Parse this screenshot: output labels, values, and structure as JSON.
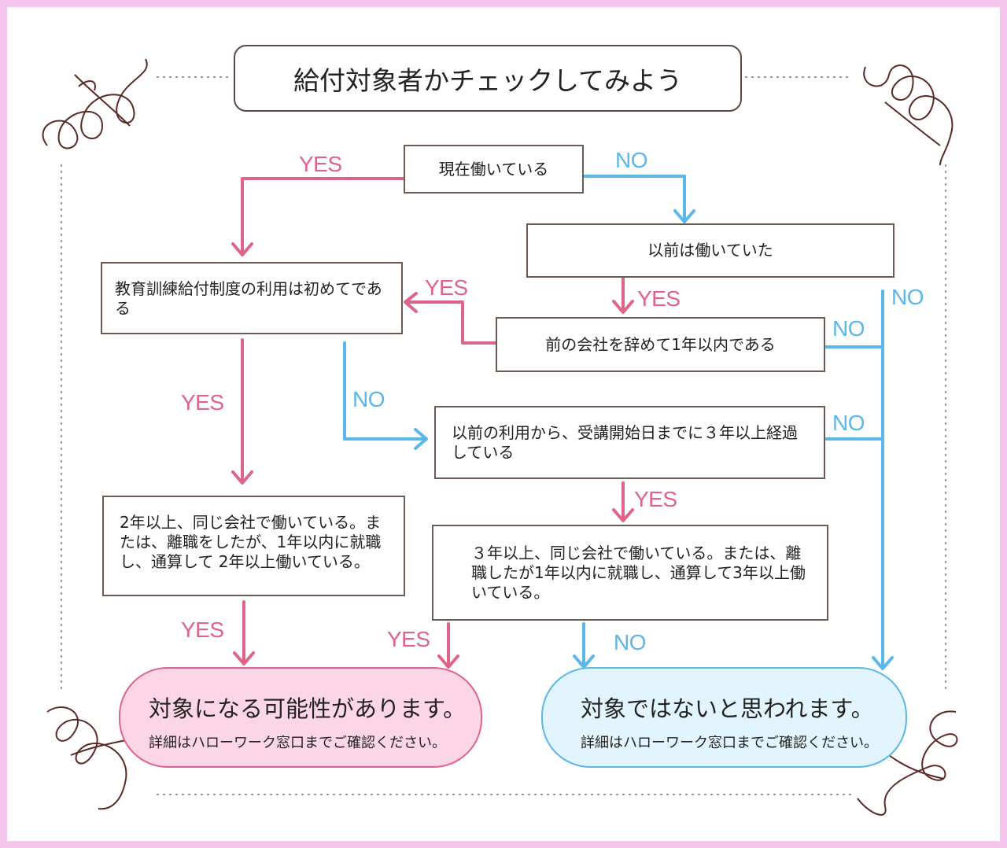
{
  "title": "給付対象者かチェックしてみよう",
  "nodes": {
    "currently_working": "現在働いている",
    "previously_worked": "以前は働いていた",
    "first_time_use": "教育訓練給付制度の利用は初めてである",
    "quit_within_year": "前の会社を辞めて1年以内である",
    "three_years_passed": "以前の利用から、受講開始日までに３年以上経過している",
    "two_years_same_company": "2年以上、同じ会社で働いている。または、離職をしたが、1年以内に就職し、通算して 2年以上働いている。",
    "three_years_same_company": "３年以上、同じ会社で働いている。または、離職したが1年以内に就職し、通算して3年以上働いている。"
  },
  "labels": {
    "yes": "YES",
    "no": "NO"
  },
  "results": {
    "eligible": {
      "headline": "対象になる可能性があります。",
      "note": "詳細はハローワーク窓口までご確認ください。"
    },
    "not_eligible": {
      "headline": "対象ではないと思われます。",
      "note": "詳細はハローワーク窓口までご確認ください。"
    }
  },
  "colors": {
    "frame": "#f4c6ee",
    "yes": "#e0638a",
    "no": "#5ab7ea",
    "box_border": "#6a5b53",
    "eligible_fill": "#fcd6e6",
    "not_eligible_fill": "#e2f4fd",
    "ornament": "#5a2a24"
  }
}
